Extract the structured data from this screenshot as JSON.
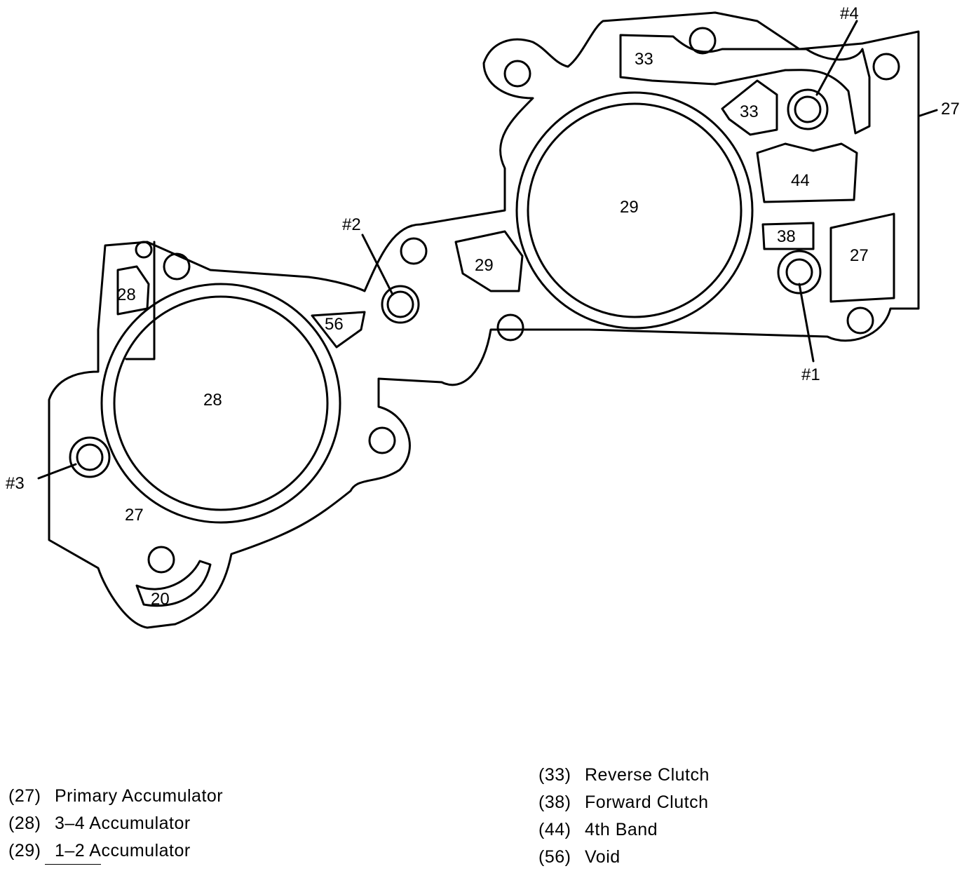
{
  "diagram": {
    "callouts": {
      "c1": "#1",
      "c2": "#2",
      "c3": "#3",
      "c4": "#4",
      "c27_right": "27"
    },
    "ports": {
      "p33a": "33",
      "p33b": "33",
      "p44": "44",
      "p29_big": "29",
      "p29_small": "29",
      "p38": "38",
      "p27_right": "27",
      "p28_small": "28",
      "p56": "56",
      "p28_big": "28",
      "p27_left": "27",
      "p20": "20"
    }
  },
  "legend_left": [
    {
      "code": "(27)",
      "name": "Primary Accumulator"
    },
    {
      "code": "(28)",
      "name": "3–4 Accumulator"
    },
    {
      "code": "(29)",
      "name": "1–2 Accumulator"
    }
  ],
  "legend_right": [
    {
      "code": "(33)",
      "name": "Reverse Clutch"
    },
    {
      "code": "(38)",
      "name": "Forward Clutch"
    },
    {
      "code": "(44)",
      "name": "4th Band"
    },
    {
      "code": "(56)",
      "name": "Void"
    }
  ]
}
